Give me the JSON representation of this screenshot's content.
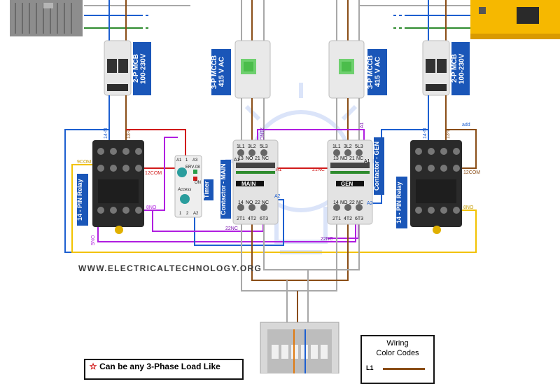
{
  "breakers": {
    "mcb_left": "2-P MCB\n100-230V",
    "mcb_right": "2-P MCB\n100-230V",
    "mccb_left": "3-P MCCB\n415 V AC",
    "mccb_right": "3-P MCCB\n415 V AC"
  },
  "relays": {
    "left_title": "14 - PIN Relay",
    "right_title": "14 - PIN Relay",
    "left_labels": {
      "n": "14-N",
      "l": "13-L",
      "com9": "9COM",
      "com12": "12COM",
      "no8": "8NO",
      "no5": "5NO"
    },
    "right_labels": {
      "n": "14-N",
      "l": "13-L",
      "com12": "12COM",
      "no8": "8NO",
      "add": "add"
    }
  },
  "timer": {
    "title": "Timer",
    "brand": "Access",
    "model": "ERV-08",
    "pins_top": [
      "A1",
      "1",
      "A3"
    ],
    "pins_bottom": [
      "1",
      "2",
      "A2"
    ],
    "on_label": "ON"
  },
  "contactors": {
    "main_title": "Contactor - MAIN",
    "gen_title": "Contactor - GEN",
    "main_tag": "MAIN",
    "gen_tag": "GEN",
    "top_terminals": [
      "1L1",
      "3L2",
      "5L3"
    ],
    "bottom_terminals": [
      "2T1",
      "4T2",
      "6T3"
    ],
    "aux_top": [
      "13",
      "NO",
      "21",
      "NC"
    ],
    "aux_bottom": [
      "14",
      "NO",
      "22",
      "NC"
    ],
    "main_left_a1": "A1",
    "main_a2": "A2",
    "gen_a1": "A1",
    "gen_a2": "A2"
  },
  "wire_labels": {
    "nc21_main": "21NC",
    "nc21_gen": "21NC",
    "a1_main": "A1",
    "a1_gen": "A1",
    "nc22_main": "22NC",
    "nc22_gen": "22NC"
  },
  "watermark": "WWW.ELECTRICALTECHNOLOGY.ORG",
  "note": {
    "star": "✫",
    "text": "Can be any 3-Phase Load Like"
  },
  "legend": {
    "title": "Wiring\nColor Codes",
    "row1_label": "L1",
    "row1_color": "#8a4d16"
  },
  "colors": {
    "brown": "#8a4d16",
    "grey": "#a8a8a8",
    "blue": "#1d5fd0",
    "green": "#2e8b2e",
    "red": "#d11a1a",
    "purple": "#b01ee0",
    "yellow": "#f2c200",
    "gen_yellow": "#f6b800",
    "badge_blue": "#1a56b8"
  }
}
